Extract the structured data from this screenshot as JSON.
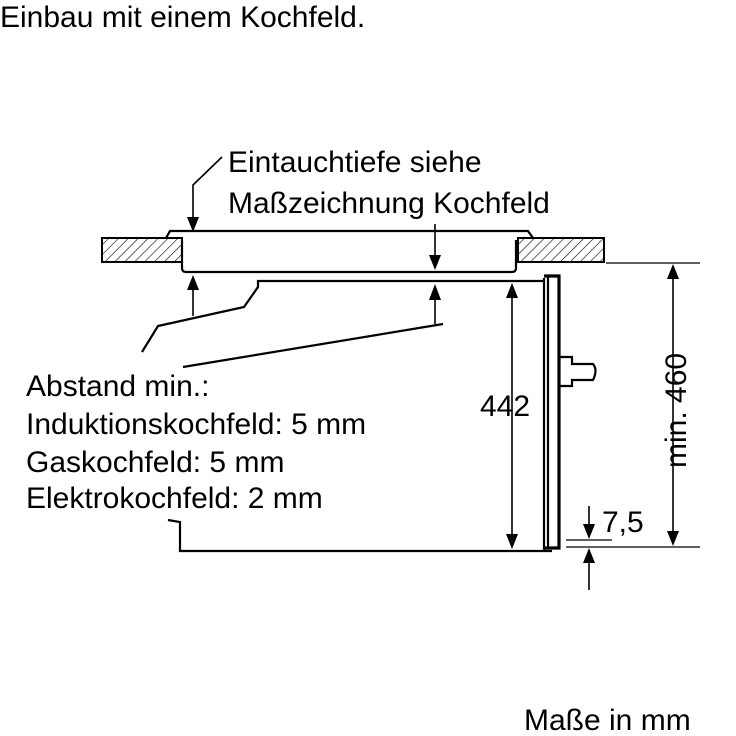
{
  "title": "Einbau mit einem Kochfeld.",
  "callout_immersion": {
    "line1": "Eintauchtiefe siehe",
    "line2": "Maßzeichnung Kochfeld"
  },
  "callout_distance": {
    "line1": "Abstand min.:",
    "line2": "Induktionskochfeld: 5 mm",
    "line3": "Gaskochfeld: 5 mm",
    "line4": "Elektrokochfeld: 2 mm"
  },
  "dimensions": {
    "appliance_height": "442",
    "niche_height": "min. 460",
    "bottom_offset": "7,5"
  },
  "units_note": "Maße in mm"
}
